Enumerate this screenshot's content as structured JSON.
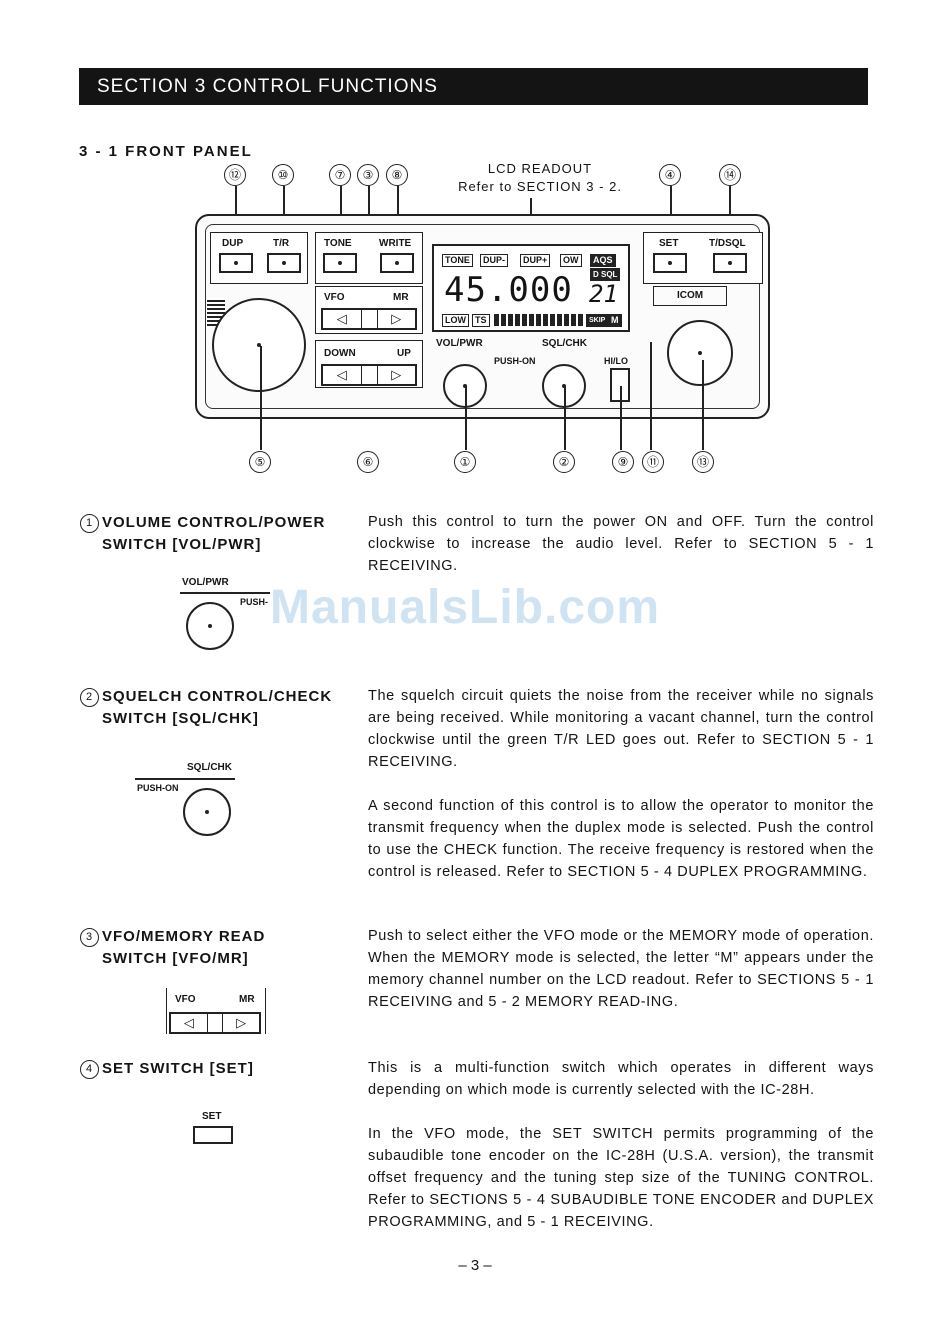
{
  "section_title": "SECTION 3  CONTROL FUNCTIONS",
  "subheading": "3 - 1   FRONT PANEL",
  "lcd_callout": {
    "line1": "LCD READOUT",
    "line2": "Refer to SECTION 3 - 2."
  },
  "callouts_top": [
    "⑫",
    "⑩",
    "⑦",
    "③",
    "⑧",
    "④",
    "⑭"
  ],
  "callouts_bottom": [
    "⑤",
    "⑥",
    "①",
    "②",
    "⑨",
    "⑪",
    "⑬"
  ],
  "panel": {
    "keys": {
      "dup": "DUP",
      "tr": "T/R",
      "tone": "TONE",
      "write": "WRITE",
      "set": "SET",
      "tdsql": "T/DSQL"
    },
    "vfo": "VFO",
    "mr": "MR",
    "down": "DOWN",
    "up": "UP",
    "left_arrow": "◁",
    "right_arrow": "▷",
    "vol_pwr": "VOL/PWR",
    "sql_chk": "SQL/CHK",
    "push_on": "PUSH-ON",
    "hilo": "HI/LO",
    "brand": "ICOM",
    "lcd": {
      "tone": "TONE",
      "dup_minus": "DUP-",
      "dup_plus": "DUP+",
      "ow": "OW",
      "aqs": "AQS",
      "dsql": "D SQL",
      "frequency": "45.000",
      "channel": "21",
      "low": "LOW",
      "ts": "TS",
      "skip": "SKIP",
      "m": "M"
    }
  },
  "items": [
    {
      "num": "1",
      "title": "VOLUME CONTROL/POWER",
      "title2": "SWITCH [VOL/PWR]",
      "fig_label": "VOL/PWR",
      "fig_label2": "PUSH-",
      "body": [
        "Push this control to turn the power ON and OFF. Turn the control clockwise to increase the audio level. Refer to SECTION 5 - 1 RECEIVING."
      ]
    },
    {
      "num": "2",
      "title": "SQUELCH CONTROL/CHECK",
      "title2": "SWITCH [SQL/CHK]",
      "fig_label": "SQL/CHK",
      "fig_label2": "PUSH-ON",
      "body": [
        "The squelch circuit quiets the noise from the receiver while no signals are being received. While monitoring a vacant channel, turn the control clockwise until the green T/R LED goes out. Refer to SECTION 5 - 1 RECEIVING.",
        "A second function of this control is to allow the operator to monitor the transmit frequency when the duplex mode is selected. Push the control to use the CHECK function. The receive frequency is restored when the control is released. Refer to SECTION 5 - 4 DUPLEX PROGRAMMING."
      ]
    },
    {
      "num": "3",
      "title": "VFO/MEMORY READ",
      "title2": "SWITCH [VFO/MR]",
      "fig_label": "VFO",
      "fig_label2": "MR",
      "body": [
        "Push to select either the VFO mode or the MEMORY mode of operation. When the MEMORY mode is selected, the letter “M” appears under the memory channel number on the LCD readout. Refer to SECTIONS 5 - 1 RECEIVING and 5 - 2 MEMORY READ-ING."
      ]
    },
    {
      "num": "4",
      "title": "SET SWITCH [SET]",
      "title2": "",
      "fig_label": "SET",
      "body": [
        "This is a multi-function switch which operates in different ways depending on which mode is currently selected with the IC-28H.",
        "In the VFO mode, the SET SWITCH permits programming of the subaudible tone encoder on the IC-28H (U.S.A. version), the transmit offset frequency and the tuning step size of the TUNING CONTROL. Refer to SECTIONS 5 - 4 SUBAUDIBLE TONE ENCODER and DUPLEX PROGRAMMING, and 5 - 1 RECEIVING."
      ]
    }
  ],
  "watermark": "ManualsLib.com",
  "page_number": "– 3 –"
}
